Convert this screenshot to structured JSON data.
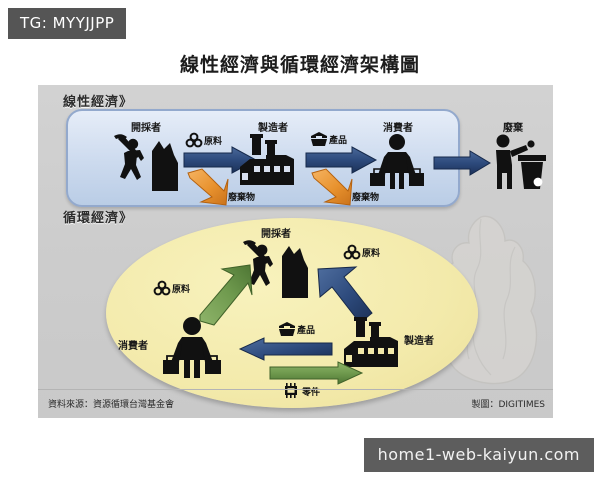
{
  "overlays": {
    "tg_badge": "TG: MYYJJPP",
    "site_watermark": "home1-web-kaiyun.com"
  },
  "title": "線性經濟與循環經濟架構圖",
  "sections": {
    "linear": {
      "label": "線性經濟》",
      "nodes": [
        {
          "key": "extractor",
          "label": "開採者",
          "icon": "miner-icon"
        },
        {
          "key": "manufacturer",
          "label": "製造者",
          "icon": "factory-icon"
        },
        {
          "key": "consumer",
          "label": "消費者",
          "icon": "consumer-icon"
        },
        {
          "key": "disposal",
          "label": "廢棄",
          "icon": "trash-icon"
        }
      ],
      "flows": [
        {
          "key": "raw-material",
          "label": "原料",
          "icon": "ore-icon",
          "color": "#2d4a7c",
          "direction": "right"
        },
        {
          "key": "waste-1",
          "label": "廢棄物",
          "icon": "",
          "color": "#e8922e",
          "direction": "down-right"
        },
        {
          "key": "product",
          "label": "產品",
          "icon": "box-icon",
          "color": "#2d4a7c",
          "direction": "right"
        },
        {
          "key": "waste-2",
          "label": "廢棄物",
          "icon": "",
          "color": "#e8922e",
          "direction": "down-right"
        },
        {
          "key": "to-disposal",
          "label": "",
          "icon": "",
          "color": "#2d4a7c",
          "direction": "right"
        }
      ]
    },
    "circular": {
      "label": "循環經濟》",
      "nodes": [
        {
          "key": "extractor",
          "label": "開採者",
          "icon": "miner-icon"
        },
        {
          "key": "manufacturer",
          "label": "製造者",
          "icon": "factory-icon"
        },
        {
          "key": "consumer",
          "label": "消費者",
          "icon": "consumer-icon"
        }
      ],
      "flows": [
        {
          "key": "raw-material-left",
          "label": "原料",
          "icon": "ore-icon",
          "color": "#6f9a4e",
          "direction": "up-right"
        },
        {
          "key": "raw-material-right",
          "label": "原料",
          "icon": "ore-icon",
          "color": "#2d4a7c",
          "direction": "down-right"
        },
        {
          "key": "product",
          "label": "產品",
          "icon": "box-icon",
          "color": "#2d4a7c",
          "direction": "left"
        },
        {
          "key": "parts",
          "label": "零件",
          "icon": "chip-icon",
          "color": "#6f9a4e",
          "direction": "right"
        }
      ]
    }
  },
  "footer": {
    "source": "資料來源：資源循環台灣基金會",
    "credit": "製圖：DIGITIMES"
  },
  "colors": {
    "arrow_blue": "#2d4a7c",
    "arrow_orange": "#e8922e",
    "arrow_green": "#6f9a4e",
    "panel_gray": "#cccccc",
    "linear_box_blue": "#ccdaee",
    "circle_yellow": "#f3eaab",
    "badge_gray": "#555555"
  }
}
